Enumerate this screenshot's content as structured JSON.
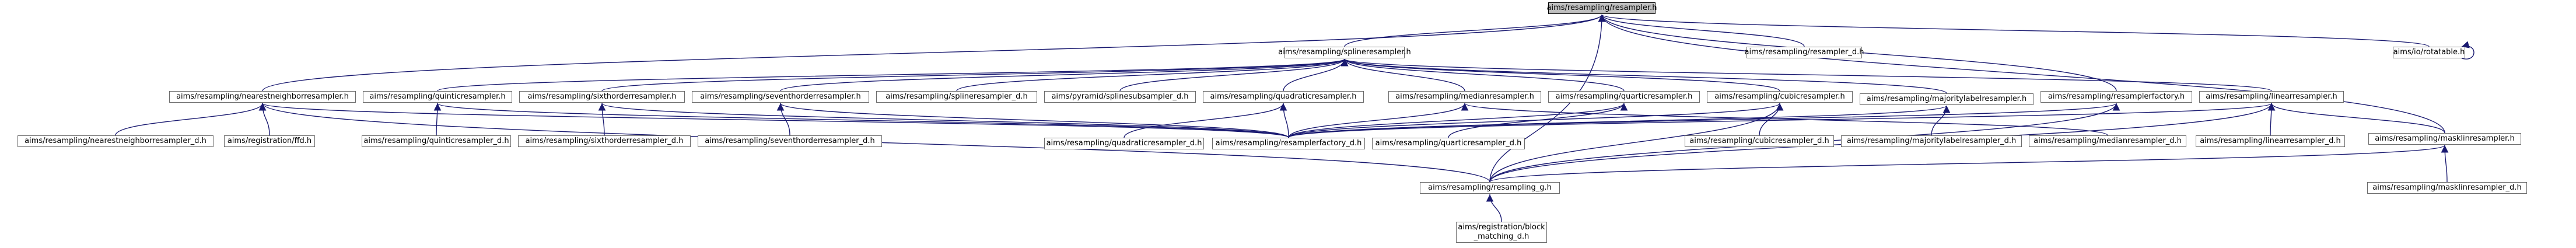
{
  "graph": {
    "root": "aims/resampling/resampler.h",
    "nodes": {
      "resampler_h": "aims/resampling/resampler.h",
      "splineresampler_h": "aims/resampling/splineresampler.h",
      "resampler_d_h": "aims/resampling/resampler_d.h",
      "rotatable_h": "aims/io/rotatable.h",
      "nearestneighborresampler_h": "aims/resampling/nearestneighborresampler.h",
      "quinticresampler_h": "aims/resampling/quinticresampler.h",
      "sixthorderresampler_h": "aims/resampling/sixthorderresampler.h",
      "seventhorderresampler_h": "aims/resampling/seventhorderresampler.h",
      "splineresampler_d_h": "aims/resampling/splineresampler_d.h",
      "splinesubsampler_d_h": "aims/pyramid/splinesubsampler_d.h",
      "quadraticresampler_h": "aims/resampling/quadraticresampler.h",
      "medianresampler_h": "aims/resampling/medianresampler.h",
      "quarticresampler_h": "aims/resampling/quarticresampler.h",
      "cubicresampler_h": "aims/resampling/cubicresampler.h",
      "majoritylabelresampler_h": "aims/resampling/majoritylabelresampler.h",
      "resamplerfactory_h": "aims/resampling/resamplerfactory.h",
      "linearresampler_h": "aims/resampling/linearresampler.h",
      "nearestneighborresampler_d_h": "aims/resampling/nearestneighborresampler_d.h",
      "ffd_h": "aims/registration/ffd.h",
      "quinticresampler_d_h": "aims/resampling/quinticresampler_d.h",
      "sixthorderresampler_d_h": "aims/resampling/sixthorderresampler_d.h",
      "seventhorderresampler_d_h": "aims/resampling/seventhorderresampler_d.h",
      "quadraticresampler_d_h": "aims/resampling/quadraticresampler_d.h",
      "resamplerfactory_d_h": "aims/resampling/resamplerfactory_d.h",
      "quarticresampler_d_h": "aims/resampling/quarticresampler_d.h",
      "cubicresampler_d_h": "aims/resampling/cubicresampler_d.h",
      "majoritylabelresampler_d_h": "aims/resampling/majoritylabelresampler_d.h",
      "medianresampler_d_h": "aims/resampling/medianresampler_d.h",
      "linearresampler_d_h": "aims/resampling/linearresampler_d.h",
      "masklinresampler_h": "aims/resampling/masklinresampler.h",
      "resampling_g_h": "aims/resampling/resampling_g.h",
      "masklinresampler_d_h": "aims/resampling/masklinresampler_d.h",
      "block_matching_d_h_line1": "aims/registration/block",
      "block_matching_d_h_line2": "_matching_d.h"
    }
  },
  "colors": {
    "edge": "#191970",
    "node_border": "#6b6b6b",
    "root_fill": "#bfbfbf"
  }
}
